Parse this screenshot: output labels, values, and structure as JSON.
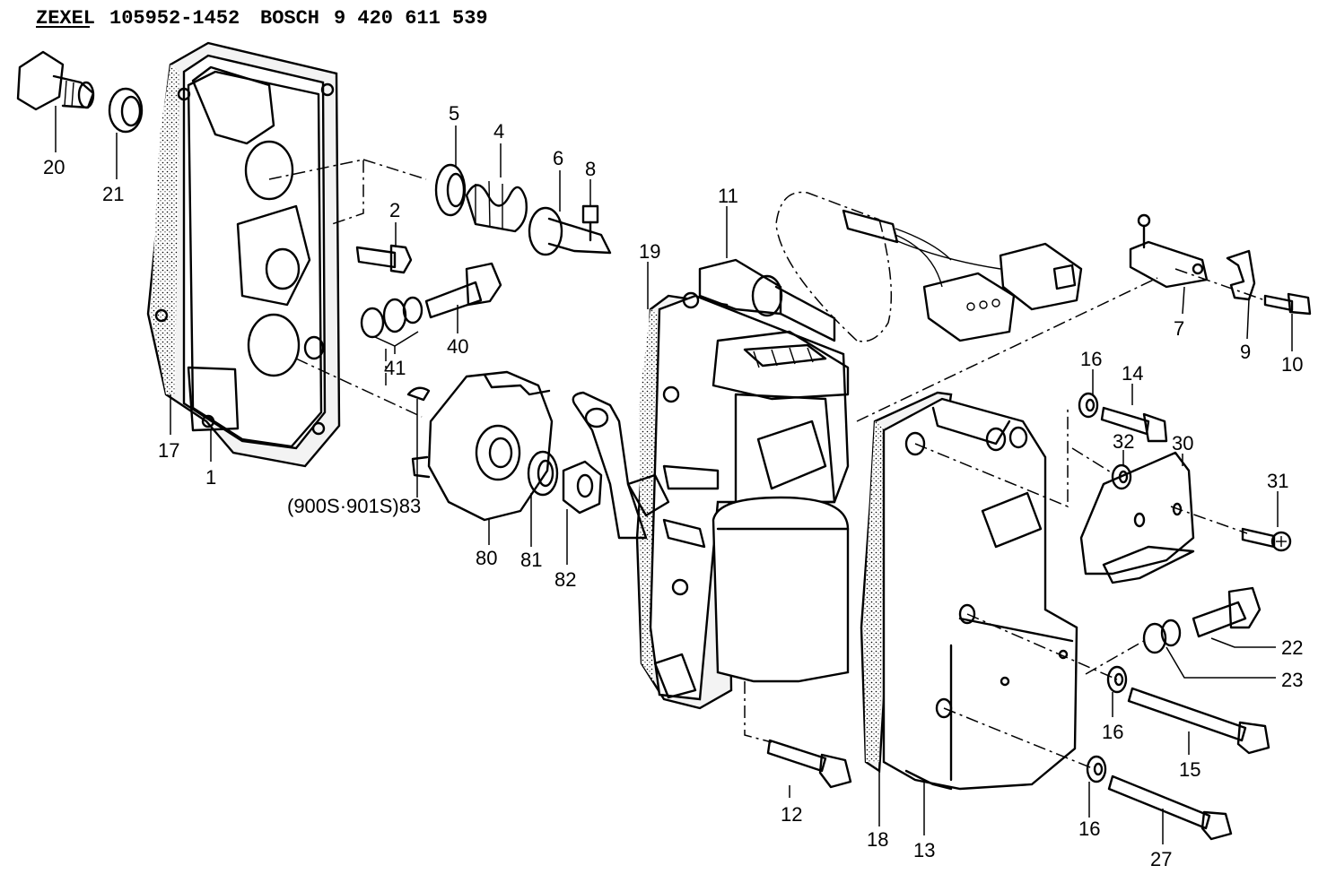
{
  "header": {
    "brand1": "ZEXEL",
    "part1": "105952-1452",
    "brand2": "BOSCH",
    "part2": "9 420 611 539"
  },
  "callouts": {
    "c1": "1",
    "c2": "2",
    "c4": "4",
    "c5": "5",
    "c6": "6",
    "c7": "7",
    "c8": "8",
    "c9": "9",
    "c10": "10",
    "c11": "11",
    "c12": "12",
    "c13": "13",
    "c14": "14",
    "c15": "15",
    "c16a": "16",
    "c16b": "16",
    "c16c": "16",
    "c17": "17",
    "c18": "18",
    "c19": "19",
    "c20": "20",
    "c21": "21",
    "c22": "22",
    "c23": "23",
    "c27": "27",
    "c30": "30",
    "c31": "31",
    "c32": "32",
    "c40": "40",
    "c41": "41",
    "c80": "80",
    "c81": "81",
    "c82": "82",
    "c83": "(900S·901S)83"
  }
}
